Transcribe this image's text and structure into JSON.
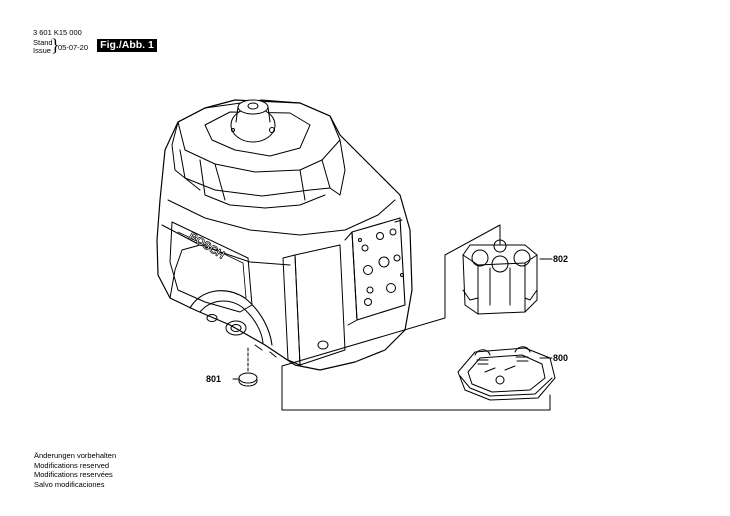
{
  "header": {
    "doc_number": "3 601 K15 000",
    "stand": "Stand",
    "issue": "Issue",
    "date": "05-07-20",
    "figure": "Fig./Abb. 1"
  },
  "device": {
    "brand_text": "BOSCH"
  },
  "callouts": {
    "p801": "801",
    "p802": "802",
    "p800": "800"
  },
  "footer": {
    "lines": [
      "Änderungen vorbehalten",
      "Modifications reserved",
      "Modifications reservées",
      "Salvo modificaciones"
    ]
  }
}
